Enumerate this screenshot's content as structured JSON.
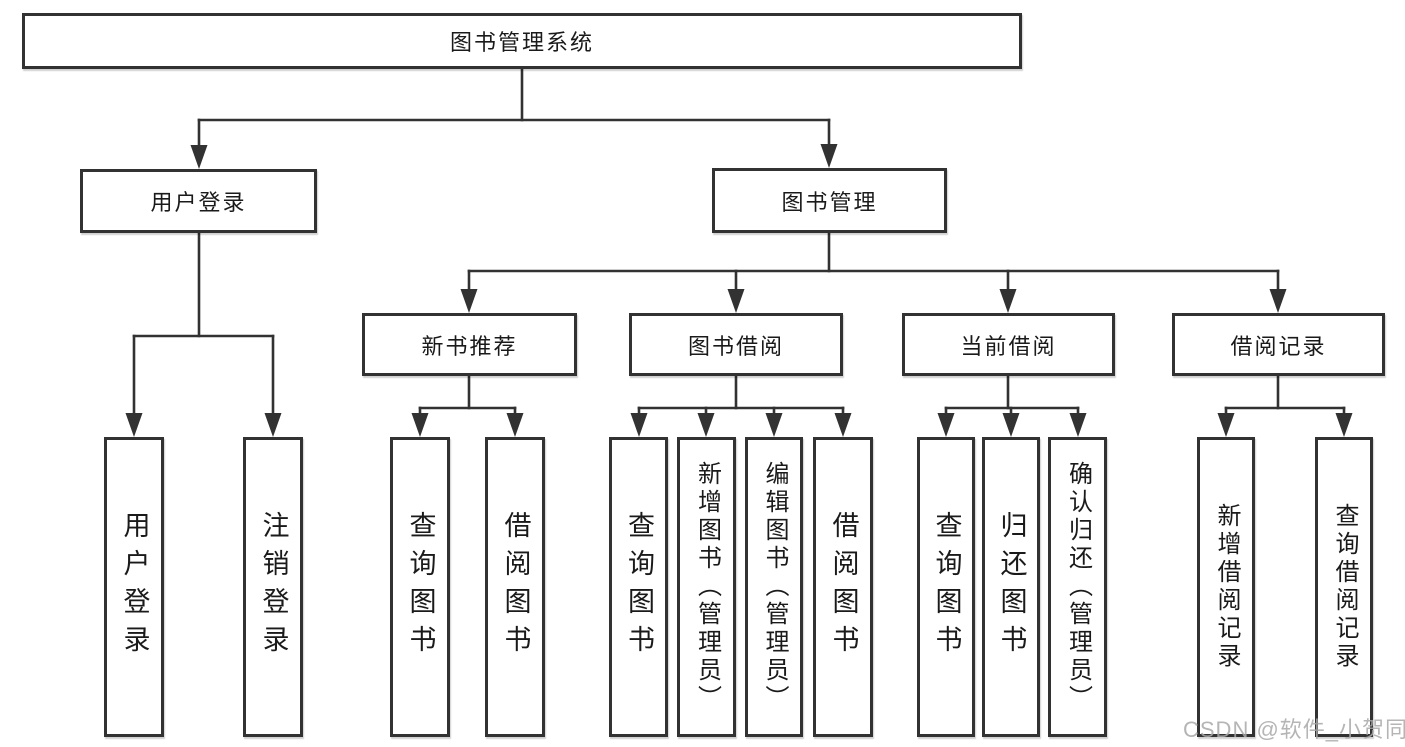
{
  "diagram": {
    "type": "hierarchy-tree",
    "title": "图书管理系统",
    "nodes": {
      "root": {
        "label": "图书管理系统",
        "children": [
          "用户登录",
          "图书管理"
        ]
      },
      "level2": [
        {
          "label": "用户登录",
          "children": [
            "用户登录",
            "注销登录"
          ]
        },
        {
          "label": "图书管理",
          "children": [
            "新书推荐",
            "图书借阅",
            "当前借阅",
            "借阅记录"
          ]
        }
      ],
      "level3": [
        {
          "label": "新书推荐",
          "children": [
            "查询图书",
            "借阅图书"
          ]
        },
        {
          "label": "图书借阅",
          "children": [
            "查询图书",
            "新增图书（管理员）",
            "编辑图书（管理员）",
            "借阅图书"
          ]
        },
        {
          "label": "当前借阅",
          "children": [
            "查询图书",
            "归还图书",
            "确认归还（管理员）"
          ]
        },
        {
          "label": "借阅记录",
          "children": [
            "新增借阅记录",
            "查询借阅记录"
          ]
        }
      ],
      "leaves": [
        {
          "label": "用户登录",
          "parent": "用户登录"
        },
        {
          "label": "注销登录",
          "parent": "用户登录"
        },
        {
          "label": "查询图书",
          "parent": "新书推荐"
        },
        {
          "label": "借阅图书",
          "parent": "新书推荐"
        },
        {
          "label": "查询图书",
          "parent": "图书借阅"
        },
        {
          "label": "新增图书（管理员）",
          "parent": "图书借阅"
        },
        {
          "label": "编辑图书（管理员）",
          "parent": "图书借阅"
        },
        {
          "label": "借阅图书",
          "parent": "图书借阅"
        },
        {
          "label": "查询图书",
          "parent": "当前借阅"
        },
        {
          "label": "归还图书",
          "parent": "当前借阅"
        },
        {
          "label": "确认归还（管理员）",
          "parent": "当前借阅"
        },
        {
          "label": "新增借阅记录",
          "parent": "借阅记录"
        },
        {
          "label": "查询借阅记录",
          "parent": "借阅记录"
        }
      ]
    },
    "watermark": "CSDN @软件_小贺同学",
    "colors": {
      "line": "#323232",
      "border": "#323232",
      "text": "#1a1a1a",
      "watermark": "#a9a9a9",
      "background": "#ffffff"
    }
  }
}
